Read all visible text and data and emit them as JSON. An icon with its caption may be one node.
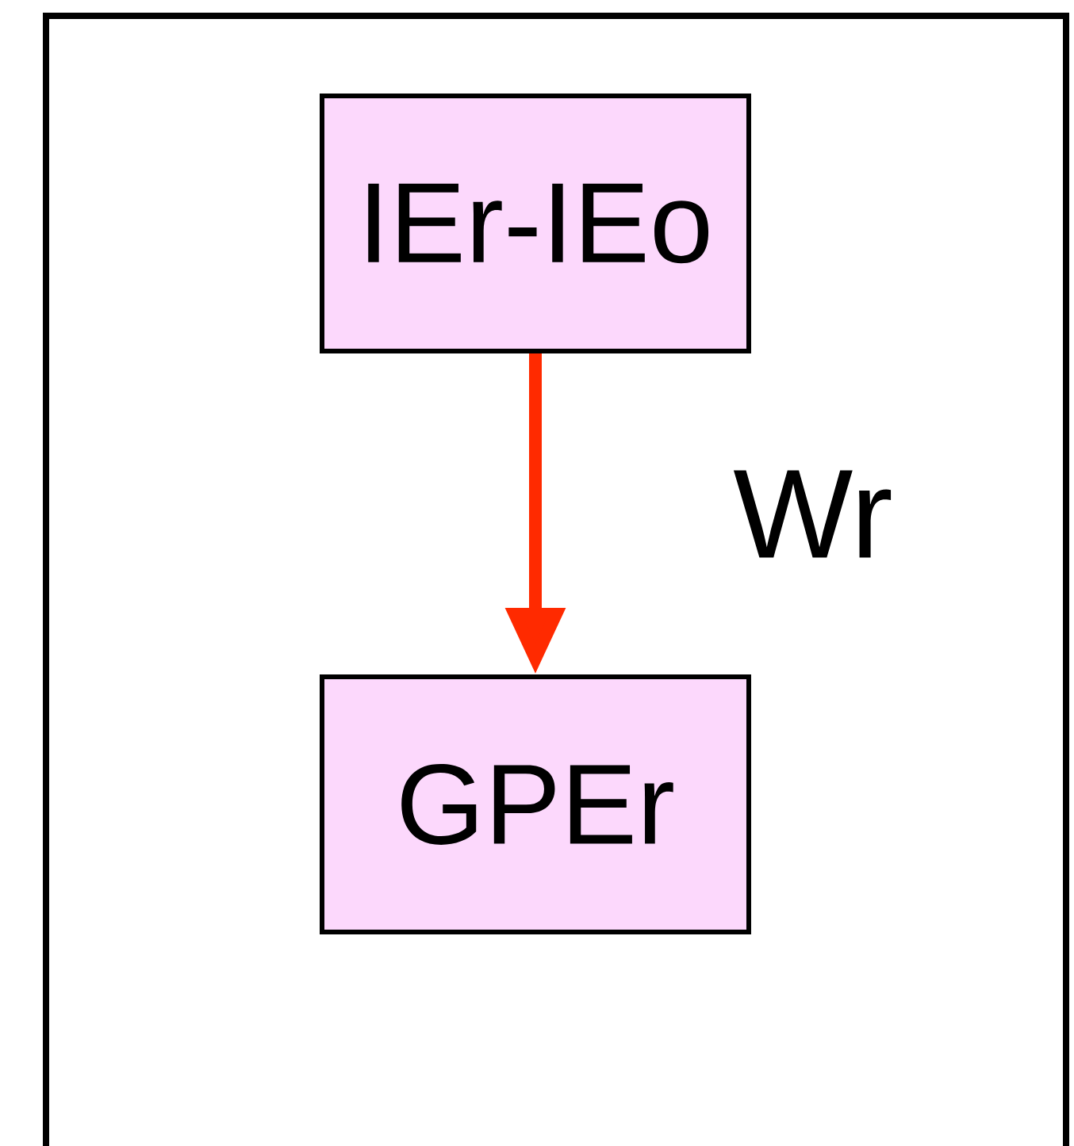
{
  "diagram": {
    "nodes": [
      {
        "text": [
          "IEr-IEo"
        ]
      },
      {
        "text": [
          "GPEr"
        ]
      }
    ],
    "edges": [
      {
        "from": 0,
        "to": 1,
        "arrow": "to",
        "label": "Wr",
        "color": "#ff2a00"
      }
    ]
  }
}
